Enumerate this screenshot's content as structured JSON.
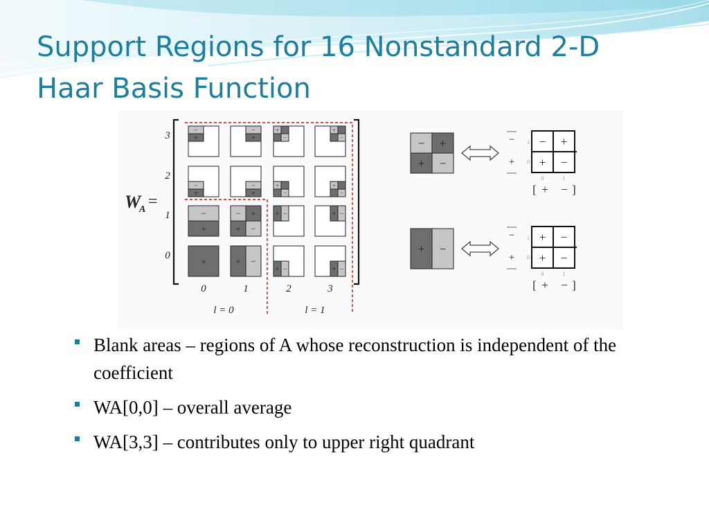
{
  "slide": {
    "title": "Support Regions for 16 Nonstandard 2-D Haar Basis Function"
  },
  "figure": {
    "matrix_label": "W",
    "matrix_subscript": "A",
    "equals": "=",
    "row_labels": [
      "3",
      "2",
      "1",
      "0"
    ],
    "col_labels": [
      "0",
      "1",
      "2",
      "3"
    ],
    "level_labels": [
      "l = 0",
      "l = 1"
    ],
    "plus": "+",
    "minus": "−",
    "row_vector_open": "[",
    "row_vector_close": "]",
    "side_ticks": [
      "0",
      "1"
    ]
  },
  "bullets": [
    {
      "text": "Blank areas – regions of A whose reconstruction is independent of the coefficient"
    },
    {
      "text": "WA[0,0] – overall average"
    },
    {
      "text": "WA[3,3] – contributes only to upper right quadrant"
    }
  ],
  "colors": {
    "title": "#1a7f9e",
    "bullet_marker": "#1a7f9e",
    "dark_gray": "#6e6e6e",
    "light_gray": "#c6c6c6",
    "dashed_red": "#cc1111",
    "wave": "#7ecfe3"
  }
}
